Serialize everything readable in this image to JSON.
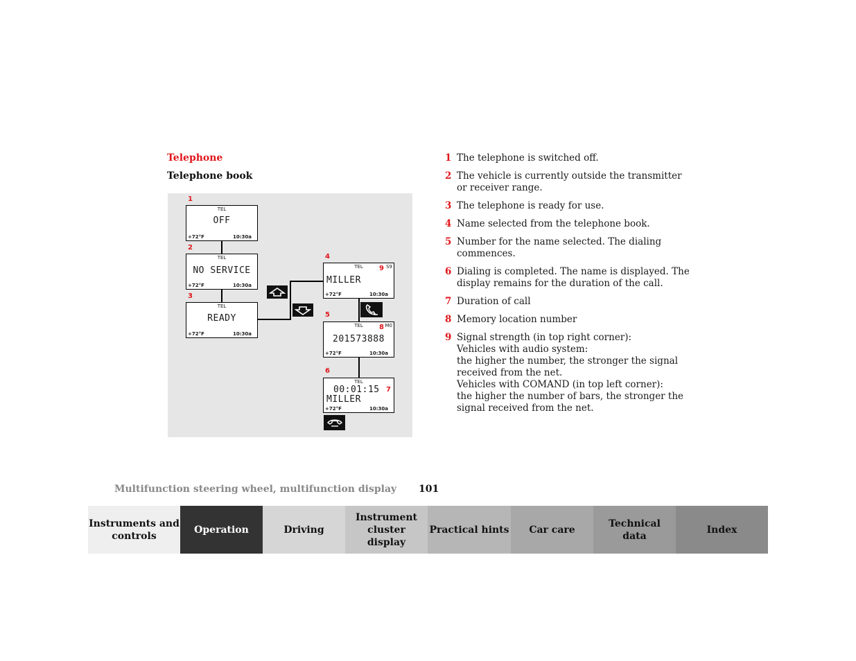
{
  "header": {
    "section": "Telephone",
    "subsection": "Telephone book"
  },
  "figure": {
    "displays": [
      {
        "id": "1",
        "tel": "TEL",
        "main": "OFF",
        "temp": "+72°F",
        "clock": "10:30a"
      },
      {
        "id": "2",
        "tel": "TEL",
        "main": "NO SERVICE",
        "temp": "+72°F",
        "clock": "10:30a"
      },
      {
        "id": "3",
        "tel": "TEL",
        "main": "READY",
        "temp": "+72°F",
        "clock": "10:30a"
      },
      {
        "id": "4",
        "tel": "TEL",
        "main": "MILLER",
        "corner": "S9",
        "marker": "9",
        "temp": "+72°F",
        "clock": "10:30a"
      },
      {
        "id": "5",
        "tel": "TEL",
        "main": "201573888",
        "corner": "M0",
        "marker": "8",
        "temp": "+72°F",
        "clock": "10:30a"
      },
      {
        "id": "6",
        "tel": "TEL",
        "main": "00:01:15",
        "main2": "MILLER",
        "marker": "7",
        "temp": "+72°F",
        "clock": "10:30a"
      }
    ],
    "icons": [
      "arrow-up-icon",
      "arrow-down-icon",
      "phone-send-icon",
      "phone-end-icon"
    ]
  },
  "list": [
    {
      "n": "1",
      "text": "The telephone is switched off."
    },
    {
      "n": "2",
      "text": "The vehicle is currently outside the transmitter or receiver range."
    },
    {
      "n": "3",
      "text": "The telephone is ready for use."
    },
    {
      "n": "4",
      "text": "Name selected from the telephone book."
    },
    {
      "n": "5",
      "text": "Number for the name selected. The dialing commences."
    },
    {
      "n": "6",
      "text": "Dialing is completed. The name is displayed. The display remains for the duration of the call."
    },
    {
      "n": "7",
      "text": "Duration of call"
    },
    {
      "n": "8",
      "text": "Memory location number"
    },
    {
      "n": "9",
      "text": "Signal strength (in top right corner):",
      "lines": [
        "Vehicles with audio system:",
        "the higher the number, the stronger the signal received from the net.",
        "Vehicles with COMAND (in top left corner):",
        "the higher the number of bars, the stronger the signal received from the net."
      ]
    }
  ],
  "footer": {
    "title": "Multifunction steering wheel, multifunction display",
    "page": "101"
  },
  "tabs": [
    {
      "label": "Instruments and controls",
      "bg": "#efefef",
      "color": "#111"
    },
    {
      "label": "Operation",
      "bg": "#333333",
      "color": "#ffffff"
    },
    {
      "label": "Driving",
      "bg": "#d6d6d6",
      "color": "#111"
    },
    {
      "label": "Instrument cluster display",
      "bg": "#c6c6c6",
      "color": "#111"
    },
    {
      "label": "Practical hints",
      "bg": "#b6b6b6",
      "color": "#111"
    },
    {
      "label": "Car care",
      "bg": "#a8a8a8",
      "color": "#111"
    },
    {
      "label": "Technical data",
      "bg": "#9a9a9a",
      "color": "#111"
    },
    {
      "label": "Index",
      "bg": "#8a8a8a",
      "color": "#111"
    }
  ]
}
